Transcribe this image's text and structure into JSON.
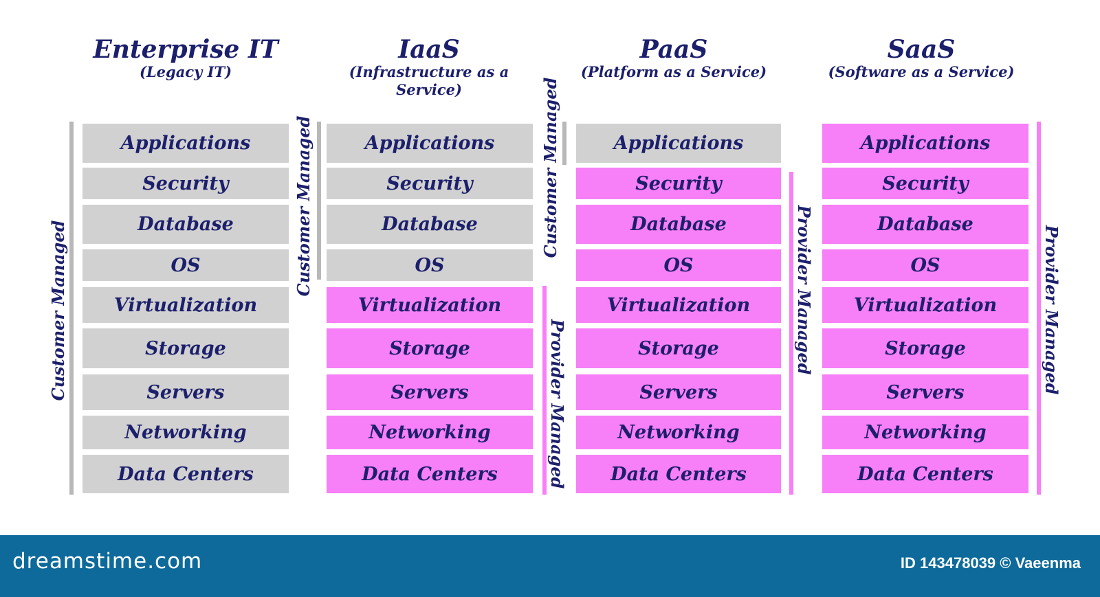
{
  "columns": [
    {
      "title": "Enterprise IT",
      "subtitle": "(Legacy IT)",
      "left_label": "Customer Managed",
      "right_label": "",
      "layers": [
        {
          "label": "Applications",
          "managed": "customer"
        },
        {
          "label": "Security",
          "managed": "customer"
        },
        {
          "label": "Database",
          "managed": "customer"
        },
        {
          "label": "OS",
          "managed": "customer"
        },
        {
          "label": "Virtualization",
          "managed": "customer"
        },
        {
          "label": "Storage",
          "managed": "customer"
        },
        {
          "label": "Servers",
          "managed": "customer"
        },
        {
          "label": "Networking",
          "managed": "customer"
        },
        {
          "label": "Data Centers",
          "managed": "customer"
        }
      ]
    },
    {
      "title": "IaaS",
      "subtitle": "(Infrastructure as a Service)",
      "left_label": "Customer Managed",
      "right_label": "Provider Managed",
      "layers": [
        {
          "label": "Applications",
          "managed": "customer"
        },
        {
          "label": "Security",
          "managed": "customer"
        },
        {
          "label": "Database",
          "managed": "customer"
        },
        {
          "label": "OS",
          "managed": "customer"
        },
        {
          "label": "Virtualization",
          "managed": "provider"
        },
        {
          "label": "Storage",
          "managed": "provider"
        },
        {
          "label": "Servers",
          "managed": "provider"
        },
        {
          "label": "Networking",
          "managed": "provider"
        },
        {
          "label": "Data Centers",
          "managed": "provider"
        }
      ]
    },
    {
      "title": "PaaS",
      "subtitle": "(Platform as a Service)",
      "left_label": "Customer Managed",
      "right_label": "Provider Managed",
      "layers": [
        {
          "label": "Applications",
          "managed": "customer"
        },
        {
          "label": "Security",
          "managed": "provider"
        },
        {
          "label": "Database",
          "managed": "provider"
        },
        {
          "label": "OS",
          "managed": "provider"
        },
        {
          "label": "Virtualization",
          "managed": "provider"
        },
        {
          "label": "Storage",
          "managed": "provider"
        },
        {
          "label": "Servers",
          "managed": "provider"
        },
        {
          "label": "Networking",
          "managed": "provider"
        },
        {
          "label": "Data Centers",
          "managed": "provider"
        }
      ]
    },
    {
      "title": "SaaS",
      "subtitle": "(Software as a Service)",
      "left_label": "",
      "right_label": "Provider Managed",
      "layers": [
        {
          "label": "Applications",
          "managed": "provider"
        },
        {
          "label": "Security",
          "managed": "provider"
        },
        {
          "label": "Database",
          "managed": "provider"
        },
        {
          "label": "OS",
          "managed": "provider"
        },
        {
          "label": "Virtualization",
          "managed": "provider"
        },
        {
          "label": "Storage",
          "managed": "provider"
        },
        {
          "label": "Servers",
          "managed": "provider"
        },
        {
          "label": "Networking",
          "managed": "provider"
        },
        {
          "label": "Data Centers",
          "managed": "provider"
        }
      ]
    }
  ],
  "colors": {
    "customer": "#d1d1d1",
    "provider": "#f77ff7",
    "text": "#1c1f6b",
    "footer": "#0d6a9a"
  },
  "footer": {
    "brand": "dreamstime.com",
    "credit": "ID 143478039 © Vaeenma"
  }
}
